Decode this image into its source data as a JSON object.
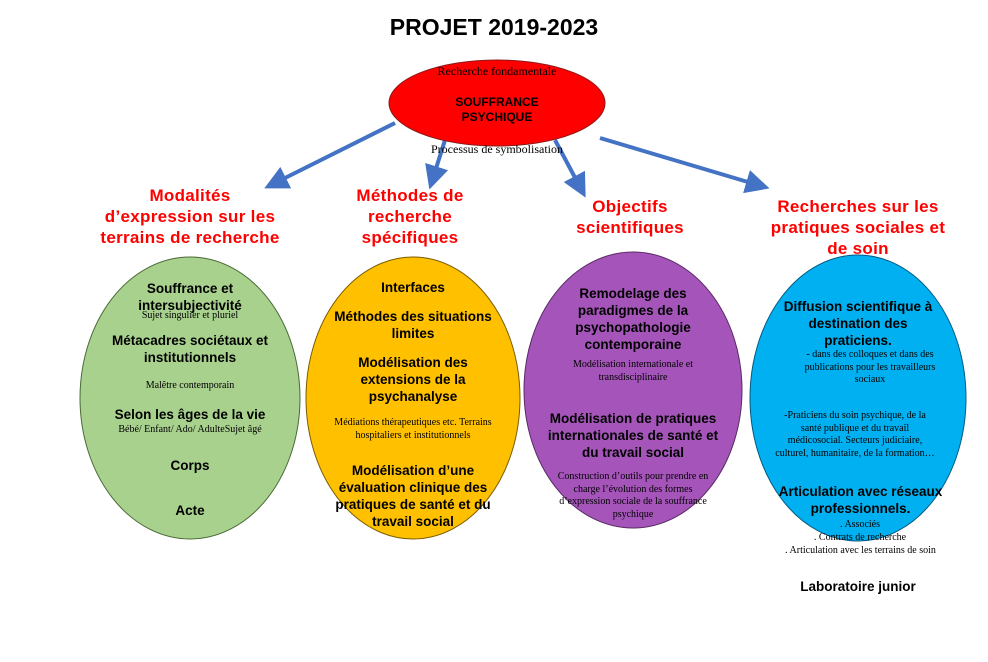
{
  "title": "PROJET 2019-2023",
  "core": {
    "top_label": "Recherche fondamentale",
    "main_label": "SOUFFRANCE PSYCHIQUE",
    "bottom_label": "Processus de symbolisation"
  },
  "colors": {
    "core": "#ff0000",
    "arrow": "#4472c4",
    "green": "#a9d18e",
    "yellow": "#ffc000",
    "purple": "#a555b9",
    "blue": "#00b0f0",
    "heading": "#ff0000"
  },
  "columns": [
    {
      "heading": "Modalités d’expression sur les terrains de recherche",
      "items": [
        {
          "text": "Souffrance et intersubjectivité",
          "style": "bold"
        },
        {
          "text": "Sujet singulier et pluriel",
          "style": "small"
        },
        {
          "text": "Métacadres sociétaux et institutionnels",
          "style": "bold"
        },
        {
          "text": "Malêtre contemporain",
          "style": "small"
        },
        {
          "text": "Selon les âges de la vie",
          "style": "bold"
        },
        {
          "text": "Bébé/ Enfant/ Ado/ AdulteSujet âgé",
          "style": "small"
        },
        {
          "text": "Corps",
          "style": "bold"
        },
        {
          "text": "Acte",
          "style": "bold"
        }
      ]
    },
    {
      "heading": "Méthodes de recherche spécifiques",
      "items": [
        {
          "text": "Interfaces",
          "style": "bold"
        },
        {
          "text": "Méthodes des situations limites",
          "style": "bold"
        },
        {
          "text": "Modélisation des extensions de la psychanalyse",
          "style": "bold"
        },
        {
          "text": "Médiations thérapeutiques etc. Terrains hospitaliers et institutionnels",
          "style": "small"
        },
        {
          "text": "Modélisation d’une évaluation clinique des pratiques de santé et du travail social",
          "style": "bold"
        }
      ]
    },
    {
      "heading": "Objectifs scientifiques",
      "items": [
        {
          "text": "Remodelage des paradigmes de la psychopathologie contemporaine",
          "style": "bold"
        },
        {
          "text": "Modélisation internationale et transdisciplinaire",
          "style": "small"
        },
        {
          "text": "Modélisation de pratiques internationales de santé et du travail social",
          "style": "bold"
        },
        {
          "text": "Construction d’outils pour prendre en charge l’évolution des formes d’expression sociale de la souffrance psychique",
          "style": "small"
        }
      ]
    },
    {
      "heading": "Recherches sur les pratiques sociales et de soin",
      "items": [
        {
          "text": "Diffusion scientifique à destination des praticiens.",
          "style": "bold"
        },
        {
          "text": "-      dans des colloques et dans des publications pour les travailleurs sociaux",
          "style": "small"
        },
        {
          "text": "-Praticiens du soin psychique, de la santé publique et du travail médicosocial. Secteurs judiciaire, culturel, humanitaire, de la formation…",
          "style": "small"
        },
        {
          "text": "Articulation avec réseaux professionnels.",
          "style": "bold"
        },
        {
          "text": ". Associés",
          "style": "small"
        },
        {
          "text": ". Contrats de recherche",
          "style": "small"
        },
        {
          "text": ". Articulation avec les terrains de soin",
          "style": "small"
        },
        {
          "text": "Laboratoire junior",
          "style": "bold"
        }
      ]
    }
  ]
}
